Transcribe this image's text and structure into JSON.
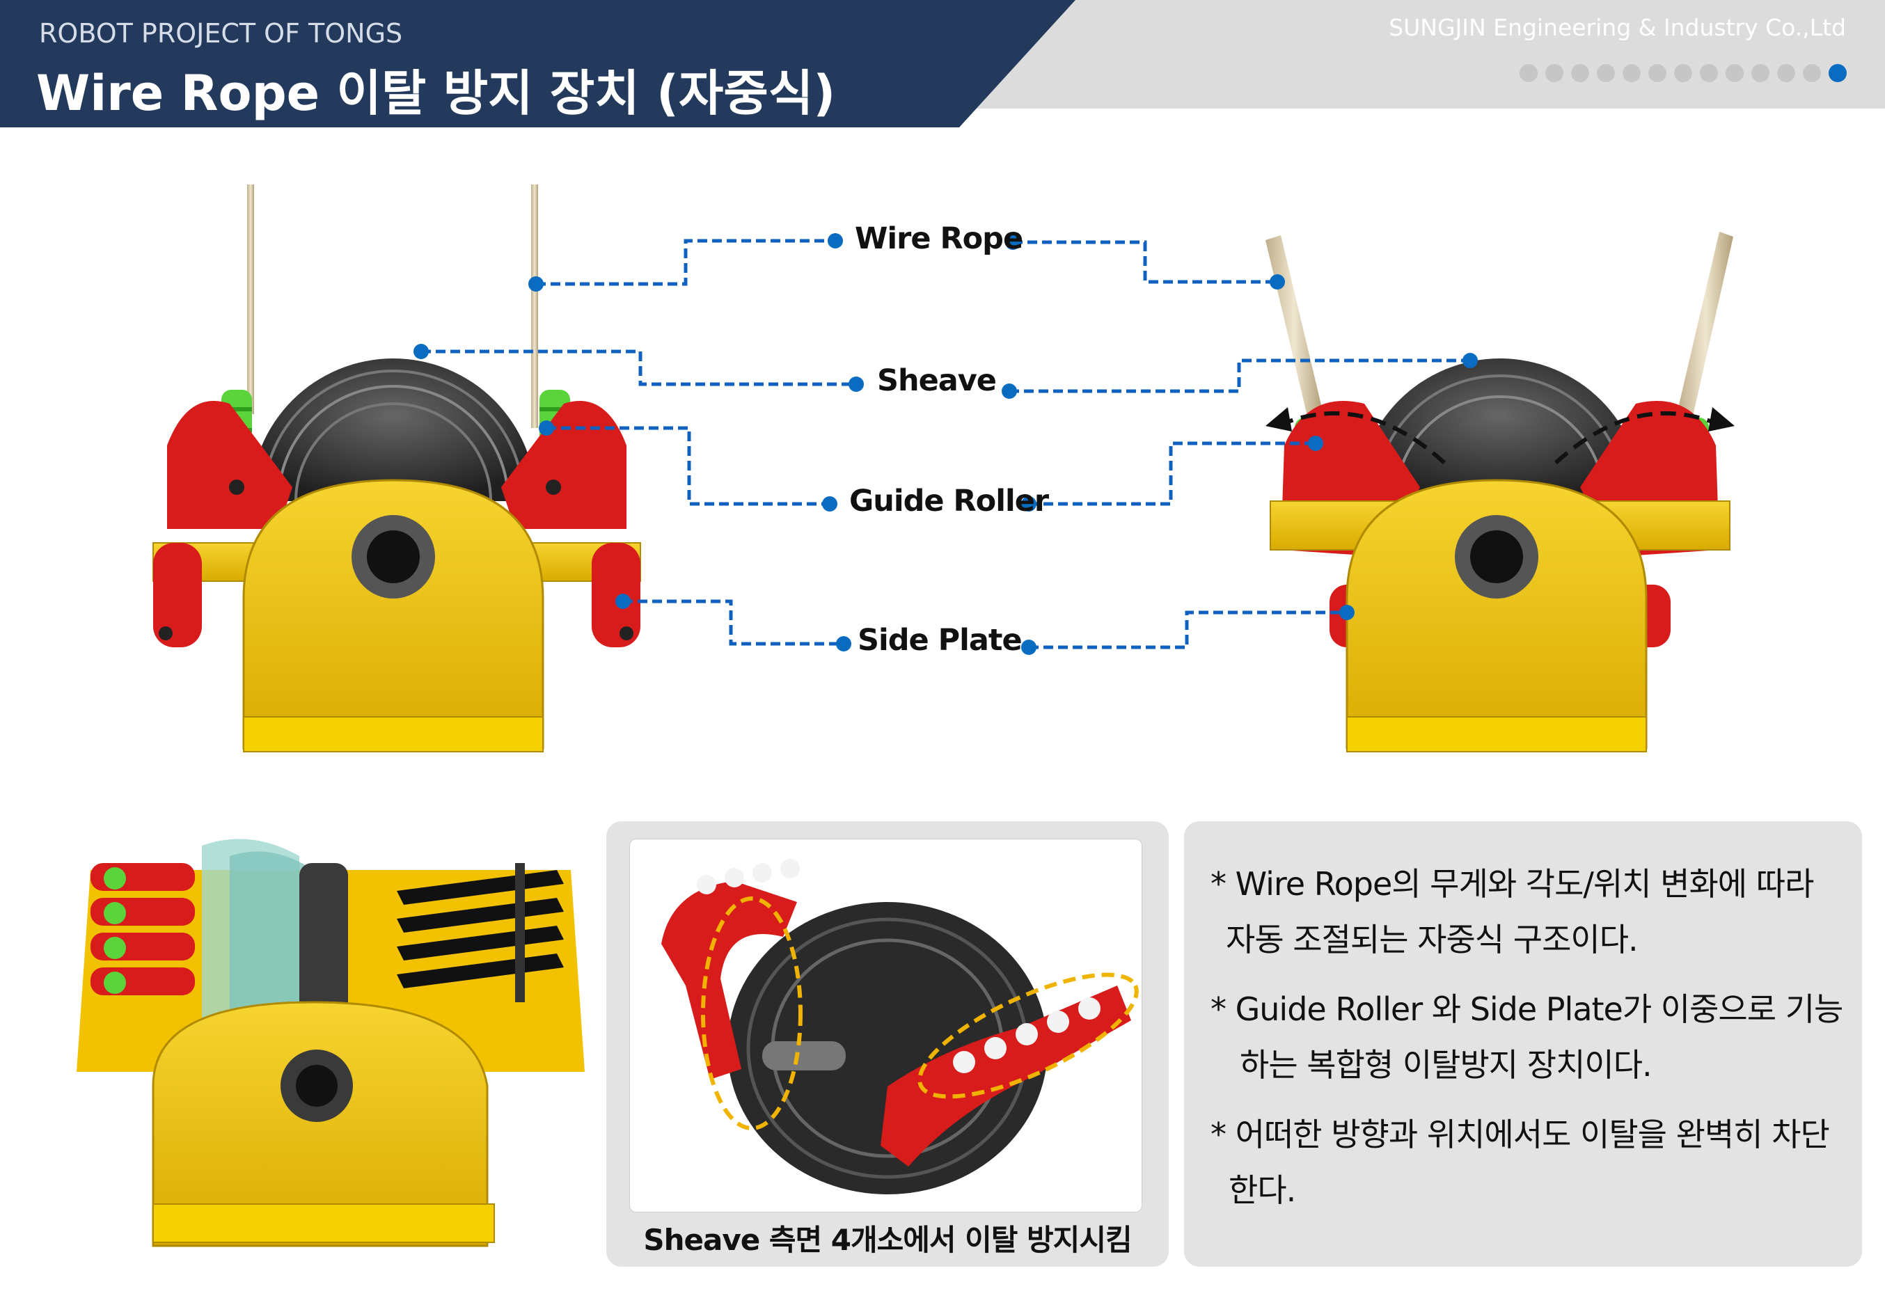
{
  "header": {
    "subtitle": "ROBOT PROJECT OF TONGS",
    "title": "Wire Rope 이탈 방지 장치 (자중식)",
    "company": "SUNGJIN Engineering & Industry Co.,Ltd",
    "page_dots_total": 13,
    "page_dots_active": 13
  },
  "callouts": {
    "wire_rope": "Wire Rope",
    "sheave": "Sheave",
    "guide_roller": "Guide Roller",
    "side_plate": "Side Plate"
  },
  "middle_panel": {
    "caption": "Sheave 측면 4개소에서 이탈 방지시킴"
  },
  "notes": [
    {
      "line1": "* Wire Rope의 무게와 각도/위치 변화에 따라",
      "line2": "자동 조절되는 자중식 구조이다."
    },
    {
      "line1": "*  Guide Roller 와 Side Plate가 이중으로 기능",
      "line2": "하는  복합형 이탈방지 장치이다."
    },
    {
      "line1": "* 어떠한 방향과 위치에서도 이탈을 완벽히 차단",
      "line2": "한다."
    }
  ],
  "colors": {
    "header_navy": "#233a5c",
    "header_gray": "#dcdcdc",
    "frame_yellow": "#f2c200",
    "plate_red": "#d81b1b",
    "roller_green": "#5ad43a",
    "sheave_dark": "#3a3a3a",
    "leader_blue": "#1060c0",
    "dot_active": "#0a6cc1"
  },
  "icons": [
    "leader-dot",
    "rotation-arrow"
  ]
}
